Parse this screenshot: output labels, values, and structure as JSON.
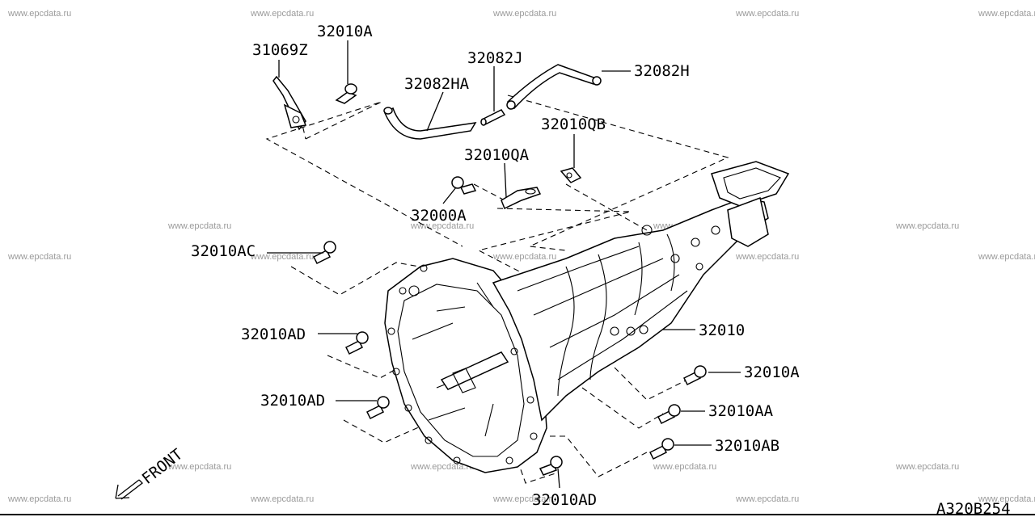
{
  "watermark": "www.epcdata.ru",
  "diagram_code": "A320B254",
  "front_label": "FRONT",
  "labels": {
    "p31069Z": "31069Z",
    "p32010A_top": "32010A",
    "p32082J": "32082J",
    "p32082H": "32082H",
    "p32082HA": "32082HA",
    "p32010QB": "32010QB",
    "p32010QA": "32010QA",
    "p32000A": "32000A",
    "p32010AC": "32010AC",
    "p32010": "32010",
    "p32010AD_1": "32010AD",
    "p32010A_right": "32010A",
    "p32010AD_2": "32010AD",
    "p32010AA": "32010AA",
    "p32010AB": "32010AB",
    "p32010AD_3": "32010AD"
  }
}
